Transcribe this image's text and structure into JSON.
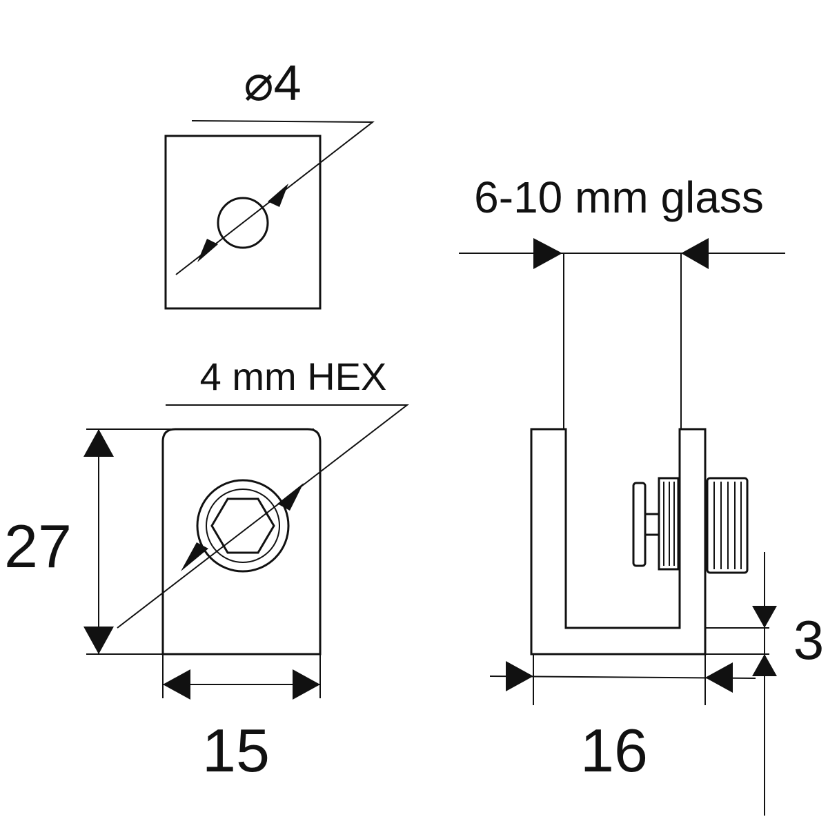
{
  "labels": {
    "hole_diameter": "⌀4",
    "glass_thickness": "6-10 mm glass",
    "hex_key": "4 mm HEX",
    "height": "27",
    "width_front": "15",
    "width_side": "16",
    "base_thickness": "3"
  },
  "colors": {
    "line": "#111111",
    "background": "#ffffff"
  }
}
